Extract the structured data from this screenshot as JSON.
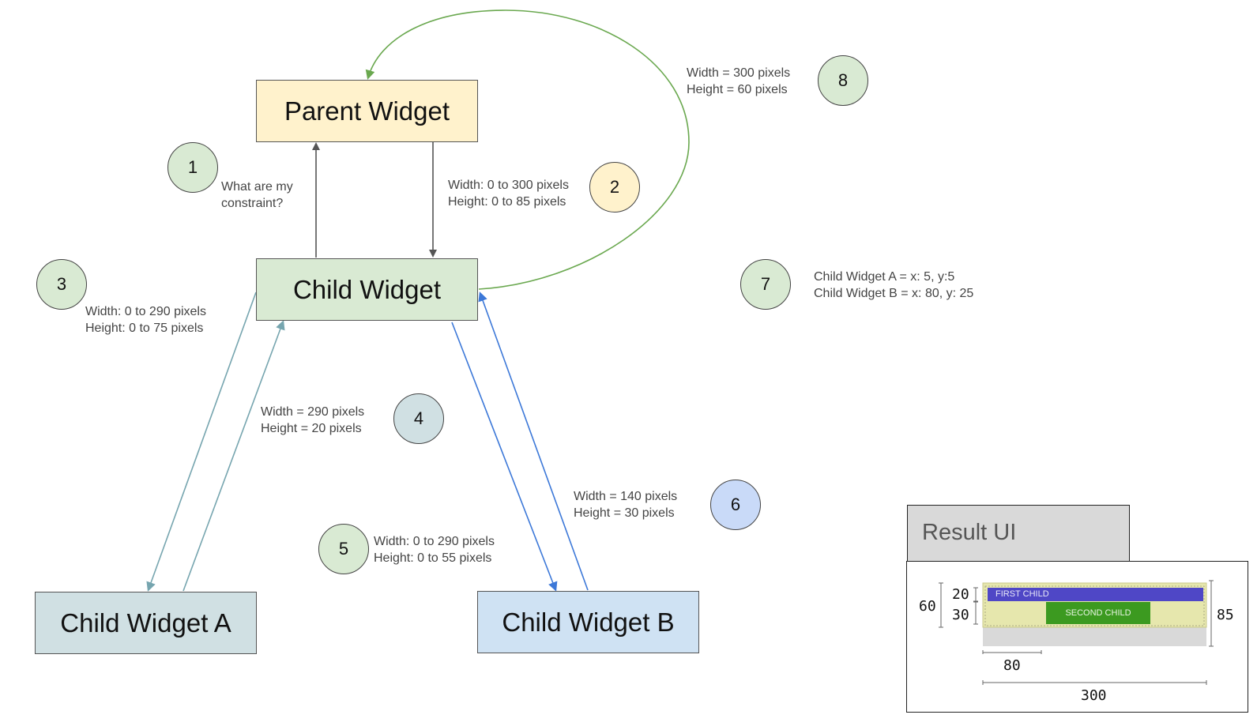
{
  "widgets": {
    "parent": "Parent Widget",
    "child": "Child Widget",
    "child_a": "Child Widget A",
    "child_b": "Child Widget B"
  },
  "steps": [
    {
      "num": "1",
      "lines": [
        "What are my",
        "constraint?"
      ]
    },
    {
      "num": "2",
      "lines": [
        "Width: 0 to 300 pixels",
        "Height: 0 to 85 pixels"
      ]
    },
    {
      "num": "3",
      "lines": [
        "Width: 0 to 290 pixels",
        "Height: 0 to 75 pixels"
      ]
    },
    {
      "num": "4",
      "lines": [
        "Width = 290 pixels",
        "Height = 20 pixels"
      ]
    },
    {
      "num": "5",
      "lines": [
        "Width: 0 to 290 pixels",
        "Height: 0 to 55 pixels"
      ]
    },
    {
      "num": "6",
      "lines": [
        "Width = 140 pixels",
        "Height = 30 pixels"
      ]
    },
    {
      "num": "7",
      "lines": [
        "Child Widget A = x: 5, y:5",
        "Child Widget B = x: 80, y: 25"
      ]
    },
    {
      "num": "8",
      "lines": [
        "Width = 300 pixels",
        "Height = 60 pixels"
      ]
    }
  ],
  "result": {
    "title": "Result UI",
    "first_child": "FIRST CHILD",
    "second_child": "SECOND CHILD",
    "dims": {
      "left_total": "60",
      "top": "20",
      "bottom": "30",
      "right": "85",
      "offset": "80",
      "width": "300"
    }
  },
  "colors": {
    "parent_fill": "#fff2cc",
    "child_fill": "#d9ead3",
    "child_a_fill": "#d0e0e3",
    "child_b_fill": "#cfe2f3",
    "green_arrow": "#6aa84f",
    "teal_arrow": "#76a5af",
    "blue_arrow": "#3c78d8",
    "circle_green": "#d9ead3",
    "circle_yellow": "#fff2cc",
    "circle_blue": "#c9daf8",
    "circle_teal": "#d0e0e3",
    "first_child_fill": "#4f47c6",
    "second_child_fill": "#3c9a20",
    "result_panel_fill": "#e6e7ad"
  }
}
